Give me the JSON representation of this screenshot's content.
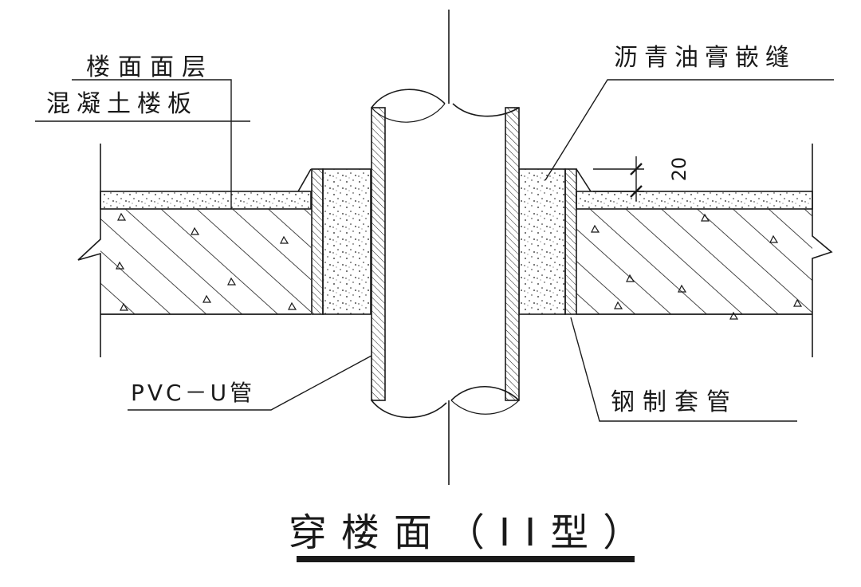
{
  "labels": {
    "floor_surface": "楼面面层",
    "concrete_slab": "混凝土楼板",
    "asphalt_joint": "沥青油膏嵌缝",
    "pvc_pipe": "PVC－U管",
    "steel_sleeve": "钢制套管",
    "dimension": "20",
    "title": "穿楼面（II型）"
  },
  "colors": {
    "line": "#1a1a1a",
    "background": "#ffffff"
  }
}
